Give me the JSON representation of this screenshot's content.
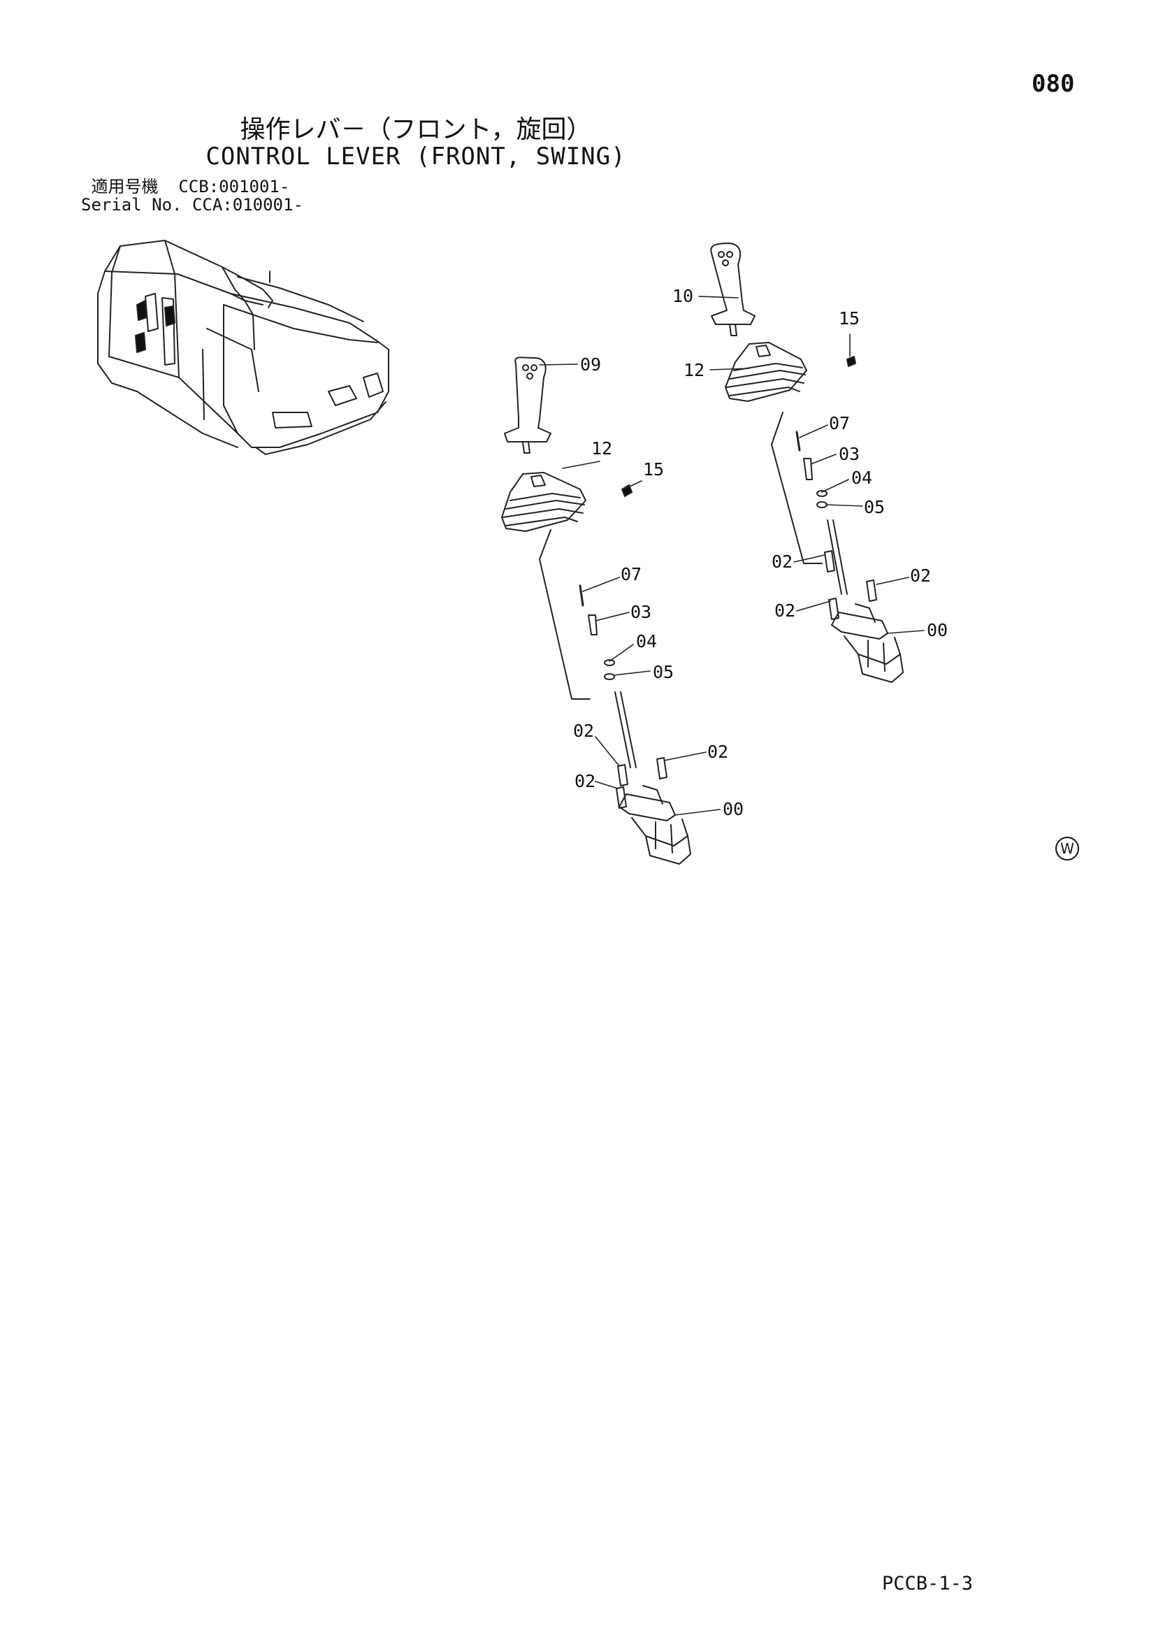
{
  "header": {
    "page_number": "080",
    "title_jp": "操作レバ－（フロント，旋回）",
    "title_en": "CONTROL LEVER (FRONT, SWING)"
  },
  "serial": {
    "line1_label": "適用号機",
    "line1_value": "CCB:001001-",
    "line2_label": "Serial No.",
    "line2_value": "CCA:010001-"
  },
  "callouts": {
    "c09": "09",
    "c10": "10",
    "c12_left": "12",
    "c12_right": "12",
    "c15_left": "15",
    "c15_right": "15",
    "c07_left": "07",
    "c03_left": "03",
    "c04_left": "04",
    "c05_left": "05",
    "c07_right": "07",
    "c03_right": "03",
    "c04_right": "04",
    "c05_right": "05",
    "c02_l1": "02",
    "c02_l2": "02",
    "c02_l3": "02",
    "c02_r1": "02",
    "c02_r2": "02",
    "c02_r3": "02",
    "c00_left": "00",
    "c00_right": "00"
  },
  "footer": {
    "code": "PCCB-1-3",
    "mark": "W"
  }
}
